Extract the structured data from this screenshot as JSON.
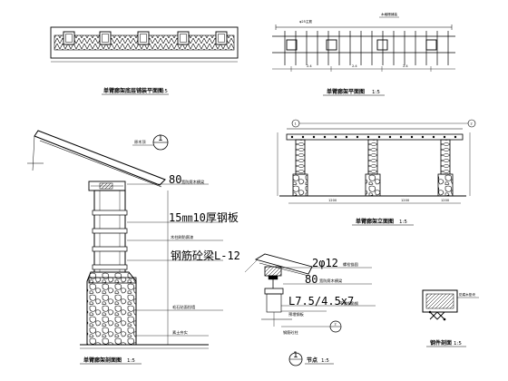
{
  "views": {
    "top_plan": {
      "title": "单臂廊架底层铺装平面图",
      "scale": "1:5"
    },
    "top_plan_right": {
      "title": "单臂廊架平面图",
      "scale": "1:5",
      "dims": [
        "2.4",
        "2.4",
        "2.4"
      ],
      "labels": [
        "φ25主筋",
        "木格栅铺装"
      ]
    },
    "elevation": {
      "title": "单臂廊架立面图",
      "scale": "1:5",
      "dims": [
        "1200",
        "1200",
        "1200"
      ],
      "markers": [
        "1",
        "2"
      ]
    },
    "section": {
      "title": "单臂廊架剖面图",
      "scale": "1:5",
      "callout_num": "1",
      "annotations": {
        "top_note": "原木顶",
        "a80": "80",
        "a80_note": "宽防腐木横梁",
        "a15": "15㎜10厚钢板",
        "a15_note": "",
        "mid_note": "木柱刷防腐漆",
        "beam": "钢筋砼梁L-12",
        "beam_note": "",
        "base_note": "毛石贴面挡墙",
        "ground_note": "素土夯实"
      }
    },
    "detail": {
      "callout_num": "1",
      "title": "节点",
      "scale": "1:5",
      "marker": "2",
      "annotations": {
        "a2": "2φ12",
        "a2_note": "螺栓锚固",
        "a80": "80",
        "a80_note": "宽防腐木横梁",
        "l75": "L7.5/4.5x7",
        "l75_note": "不锈钢角钢",
        "sub_note": "预埋钢板",
        "base_note": "钢筋砼柱"
      }
    },
    "small_detail": {
      "title": "钢件剖面",
      "scale": "1:5",
      "label": "防腐木垫块"
    }
  }
}
